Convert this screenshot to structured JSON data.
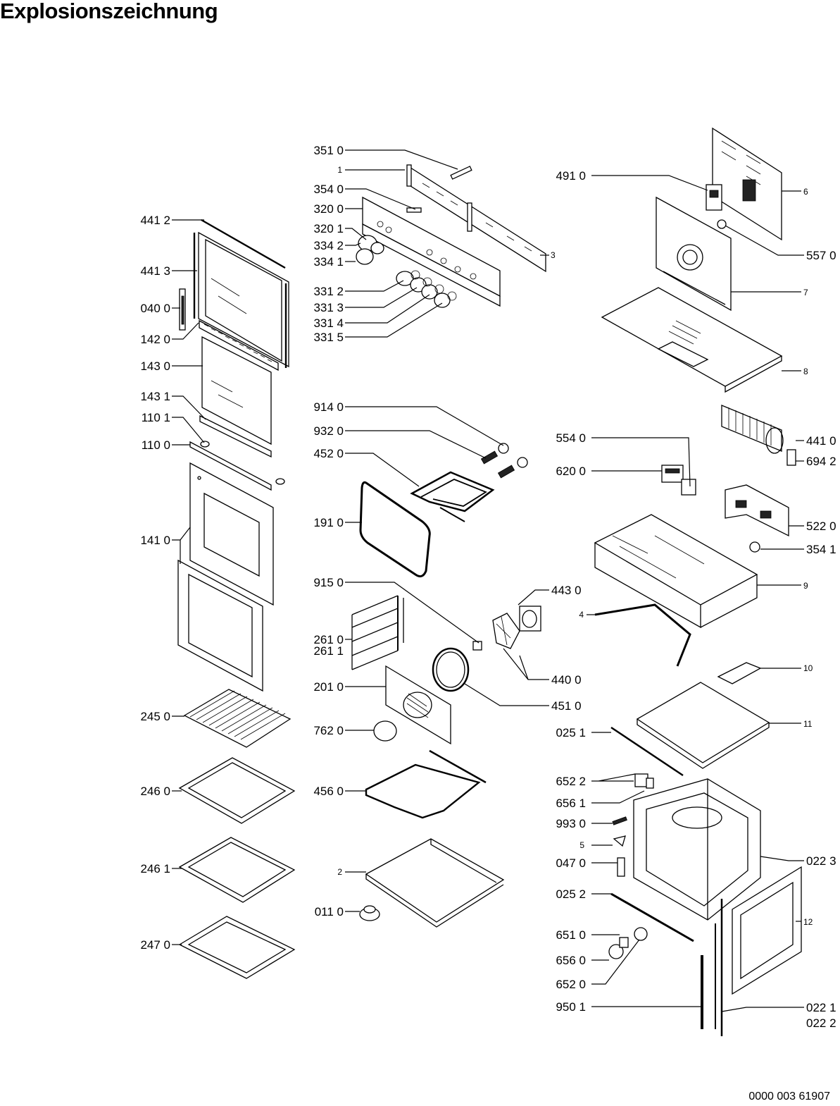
{
  "title": "Explosionszeichnung",
  "document_number": "0000 003 61907",
  "labels": {
    "p3510": "351 0",
    "p1": "1",
    "p3540": "354 0",
    "p3200": "320 0",
    "p3201": "320 1",
    "p3342": "334 2",
    "p3341": "334 1",
    "p3312": "331 2",
    "p3313": "331 3",
    "p3314": "331 4",
    "p3315": "331 5",
    "p3": "3",
    "p4910": "491 0",
    "p6": "6",
    "p5570": "557 0",
    "p7": "7",
    "p8": "8",
    "p4412": "441 2",
    "p4413": "441 3",
    "p0400": "040 0",
    "p1420": "142 0",
    "p1430": "143 0",
    "p1431": "143 1",
    "p1101": "110 1",
    "p1100": "110 0",
    "p1410": "141 0",
    "p9140": "914 0",
    "p9320": "932 0",
    "p4520": "452 0",
    "p1910": "191 0",
    "p9150": "915 0",
    "p2610": "261 0",
    "p2611": "261 1",
    "p2010": "201 0",
    "p7620": "762 0",
    "p4560": "456 0",
    "p2": "2",
    "p0110": "011 0",
    "p4430": "443 0",
    "p4400": "440 0",
    "p4510": "451 0",
    "p5540": "554 0",
    "p6200": "620 0",
    "p4410": "441 0",
    "p6942": "694 2",
    "p5220": "522 0",
    "p3541": "354 1",
    "p9": "9",
    "p4": "4",
    "p10": "10",
    "p11": "11",
    "p0251": "025 1",
    "p2450": "245 0",
    "p2460": "246 0",
    "p2461": "246 1",
    "p2470": "247 0",
    "p6522": "652 2",
    "p6561": "656 1",
    "p9930": "993 0",
    "p5": "5",
    "p0470": "047 0",
    "p0252": "025 2",
    "p0223": "022 3",
    "p12": "12",
    "p6510": "651 0",
    "p6560": "656 0",
    "p6520": "652 0",
    "p9501": "950 1",
    "p0221": "022 1",
    "p0222": "022 2"
  }
}
